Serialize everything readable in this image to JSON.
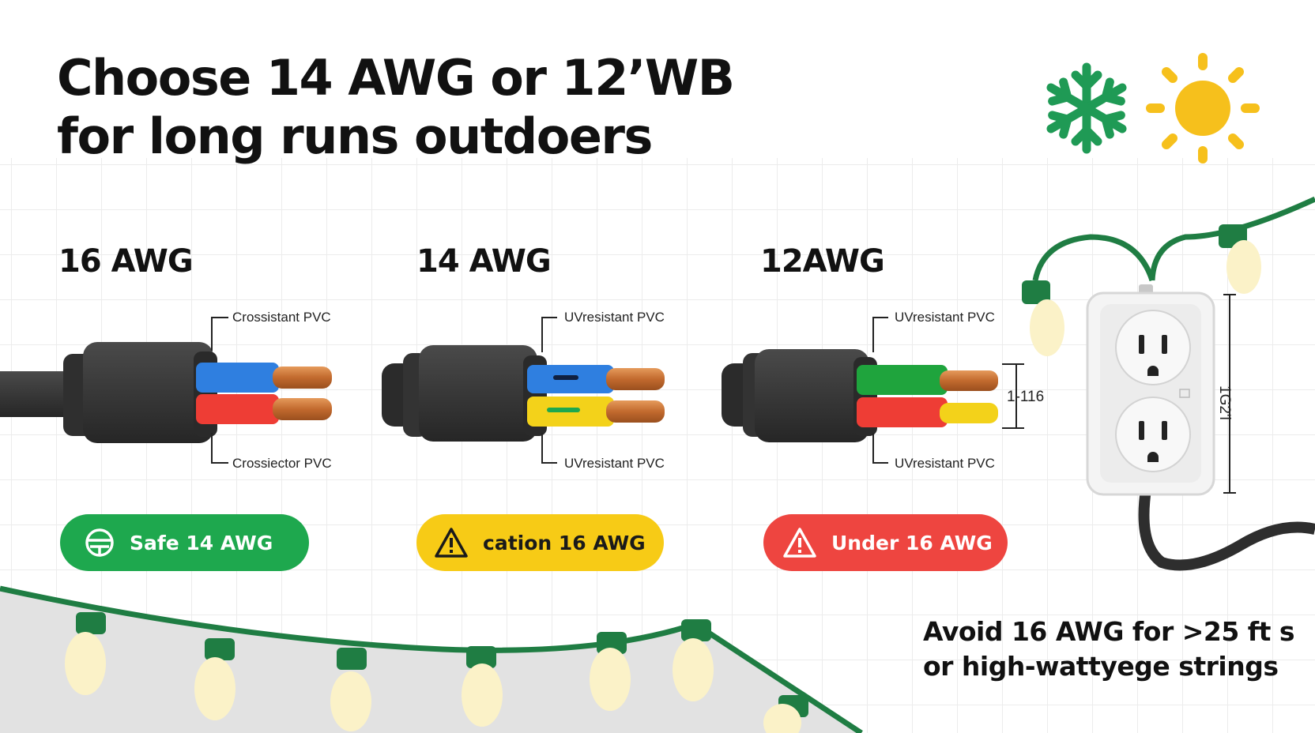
{
  "title": {
    "line1": "Choose 14 AWG or 12’WB",
    "line2": "for long runs outdoers"
  },
  "weather_icons": [
    "snowflake-icon",
    "sun-icon"
  ],
  "cables": [
    {
      "gauge": "16 AWG",
      "top_label": "Crossistant PVC",
      "bottom_label": "Crossiector PVC",
      "conductor_colors": [
        "#2f7fe0",
        "#ee3d35"
      ],
      "insulation": [
        "blue",
        "red"
      ]
    },
    {
      "gauge": "14 AWG",
      "top_label": "UVresistant PVC",
      "bottom_label": "UVresistant PVC",
      "conductor_colors": [
        "#2f7fe0",
        "#f3d21a"
      ],
      "insulation": [
        "blue",
        "yellow"
      ]
    },
    {
      "gauge": "12AWG",
      "top_label": "UVresistant PVC",
      "bottom_label": "UVresistant PVC",
      "conductor_colors": [
        "#1fa43d",
        "#ee3d35"
      ],
      "insulation": [
        "green",
        "red"
      ],
      "dimension_label": "1-116"
    }
  ],
  "outlet": {
    "dimension_label": "1G2'l"
  },
  "badges": [
    {
      "label": "Safe 14 AWG",
      "status": "safe",
      "color": "#1ea84e",
      "icon": "check-globe-icon"
    },
    {
      "label": "cation 16 AWG",
      "status": "caution",
      "color": "#f7cb16",
      "icon": "warning-icon"
    },
    {
      "label": "Under 16 AWG",
      "status": "danger",
      "color": "#ee4540",
      "icon": "warning-icon"
    }
  ],
  "note": {
    "line1": "Avoid 16 AWG for >25 ft s",
    "line2": "or high-wattyege strings"
  },
  "colors": {
    "string_light_wire": "#1f7d43",
    "bulb": "#fbf2c8",
    "cable_jacket": "#383838",
    "copper": "#c8743a",
    "snowflake": "#1f9a55",
    "sun": "#f6c01c"
  }
}
